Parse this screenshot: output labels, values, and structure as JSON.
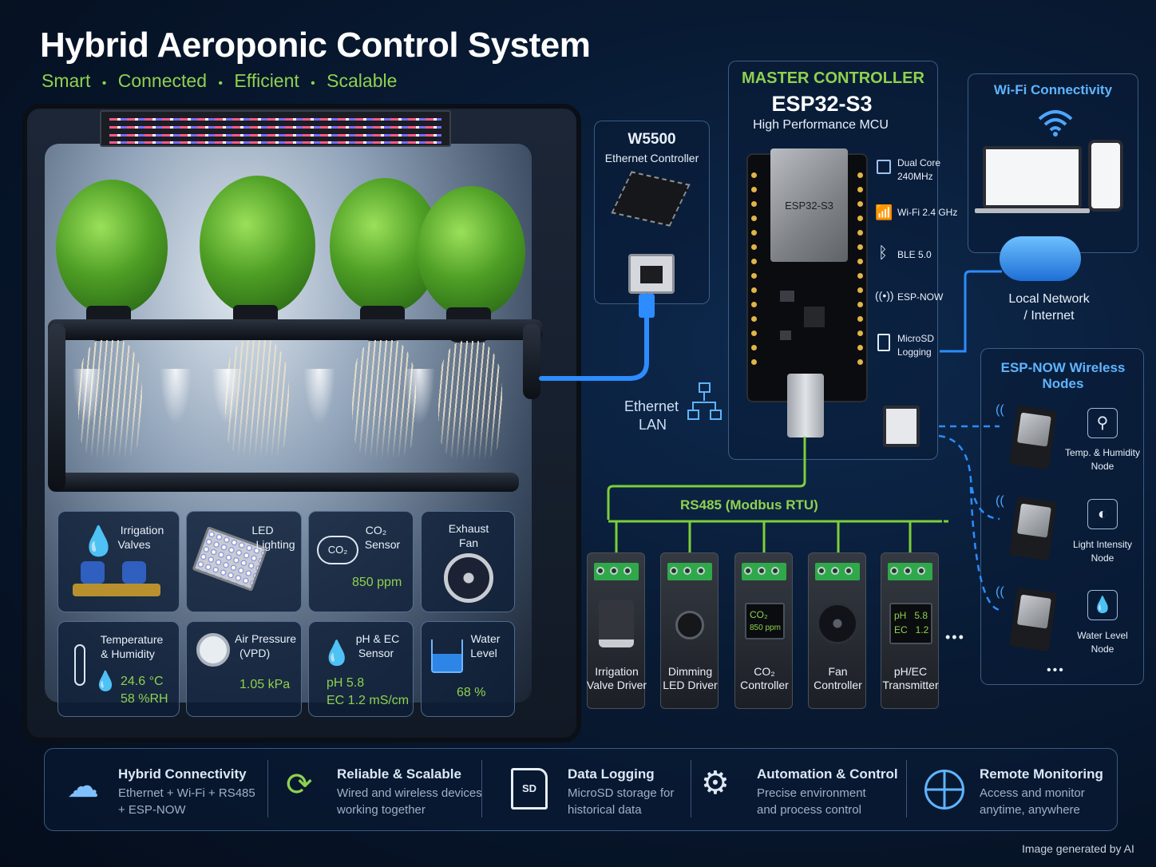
{
  "header": {
    "title": "Hybrid Aeroponic Control System",
    "subtitle_items": [
      "Smart",
      "Connected",
      "Efficient",
      "Scalable"
    ],
    "separator": "•"
  },
  "sensors": [
    {
      "label_1": "Irrigation",
      "label_2": "Valves",
      "value_1": "",
      "value_2": "",
      "icon": "water-drop-icon"
    },
    {
      "label_1": "LED",
      "label_2": "Lighting",
      "value_1": "",
      "value_2": "",
      "icon": "led-panel-icon"
    },
    {
      "label_1": "CO₂",
      "label_2": "Sensor",
      "value_1": "850 ppm",
      "value_2": "",
      "icon": "co2-cloud-icon",
      "icon_text": "CO₂"
    },
    {
      "label_1": "Exhaust",
      "label_2": "Fan",
      "value_1": "",
      "value_2": "",
      "icon": "fan-icon"
    },
    {
      "label_1": "Temperature",
      "label_2": "& Humidity",
      "value_1": "24.6 °C",
      "value_2": "58 %RH",
      "icon": "thermometer-icon"
    },
    {
      "label_1": "Air Pressure",
      "label_2": "(VPD)",
      "value_1": "1.05 kPa",
      "value_2": "",
      "icon": "gauge-icon"
    },
    {
      "label_1": "pH & EC",
      "label_2": "Sensor",
      "value_1": "pH  5.8",
      "value_2": "EC  1.2 mS/cm",
      "icon": "ph-drop-icon"
    },
    {
      "label_1": "Water",
      "label_2": "Level",
      "value_1": "68 %",
      "value_2": "",
      "icon": "water-level-icon"
    }
  ],
  "ethernet": {
    "chip_title": "W5500",
    "chip_subtitle": "Ethernet Controller",
    "lan_label_1": "Ethernet",
    "lan_label_2": "LAN"
  },
  "controller": {
    "heading": "MASTER CONTROLLER",
    "name": "ESP32-S3",
    "subtitle": "High Performance MCU",
    "module_label": "ESP32-S3",
    "features": [
      {
        "label_1": "Dual Core",
        "label_2": "240MHz",
        "icon": "cpu-icon"
      },
      {
        "label_1": "Wi-Fi 2.4 GHz",
        "label_2": "",
        "icon": "wifi-icon"
      },
      {
        "label_1": "BLE 5.0",
        "label_2": "",
        "icon": "bluetooth-icon"
      },
      {
        "label_1": "ESP-NOW",
        "label_2": "",
        "icon": "broadcast-icon"
      },
      {
        "label_1": "MicroSD",
        "label_2": "Logging",
        "icon": "sd-card-icon"
      }
    ]
  },
  "wifi": {
    "title": "Wi-Fi Connectivity",
    "network_label_1": "Local Network",
    "network_label_2": "/ Internet"
  },
  "espnow": {
    "title": "ESP-NOW Wireless Nodes",
    "nodes": [
      {
        "label_1": "Temp. & Humidity",
        "label_2": "Node",
        "icon": "antenna-icon"
      },
      {
        "label_1": "Light Intensity",
        "label_2": "Node",
        "icon": "light-sensor-icon"
      },
      {
        "label_1": "Water Level",
        "label_2": "Node",
        "icon": "water-level-icon"
      }
    ],
    "more": "•••"
  },
  "bus": {
    "label": "RS485 (Modbus RTU)",
    "more": "•••",
    "drivers": [
      {
        "label_1": "Irrigation",
        "label_2": "Valve Driver",
        "screen_1": "",
        "screen_2": ""
      },
      {
        "label_1": "Dimming",
        "label_2": "LED Driver",
        "screen_1": "",
        "screen_2": ""
      },
      {
        "label_1": "CO₂",
        "label_2": "Controller",
        "screen_1": "CO₂",
        "screen_2": "850 ppm"
      },
      {
        "label_1": "Fan",
        "label_2": "Controller",
        "screen_1": "",
        "screen_2": ""
      },
      {
        "label_1": "pH/EC",
        "label_2": "Transmitter",
        "screen_1": "pH   5.8",
        "screen_2": "EC   1.2"
      }
    ]
  },
  "features": [
    {
      "title": "Hybrid Connectivity",
      "desc_1": "Ethernet + Wi-Fi + RS485",
      "desc_2": "+ ESP-NOW",
      "icon": "network-cloud-icon"
    },
    {
      "title": "Reliable & Scalable",
      "desc_1": "Wired and wireless devices",
      "desc_2": "working together",
      "icon": "cycle-icon"
    },
    {
      "title": "Data Logging",
      "desc_1": "MicroSD storage for",
      "desc_2": "historical data",
      "icon": "sd-card-icon",
      "icon_text": "SD"
    },
    {
      "title": "Automation & Control",
      "desc_1": "Precise environment",
      "desc_2": "and process control",
      "icon": "gears-icon"
    },
    {
      "title": "Remote Monitoring",
      "desc_1": "Access and monitor",
      "desc_2": "anytime, anywhere",
      "icon": "globe-icon"
    }
  ],
  "footer": {
    "credit": "Image generated by AI"
  },
  "colors": {
    "accent_green": "#8fd14f",
    "accent_blue": "#5fb4ff",
    "ethernet_cable": "#2d8cff",
    "bus_line": "#7ccf3a"
  }
}
